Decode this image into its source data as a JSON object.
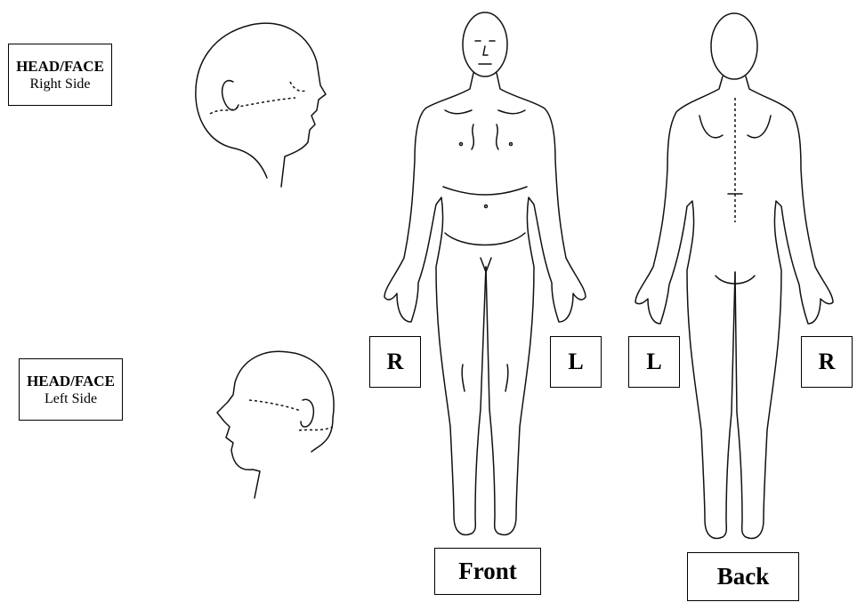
{
  "head_right": {
    "title": "HEAD/FACE",
    "subtitle": "Right Side"
  },
  "head_left": {
    "title": "HEAD/FACE",
    "subtitle": "Left Side"
  },
  "front_view": {
    "right_label": "R",
    "left_label": "L",
    "caption": "Front"
  },
  "back_view": {
    "left_label": "L",
    "right_label": "R",
    "caption": "Back"
  }
}
